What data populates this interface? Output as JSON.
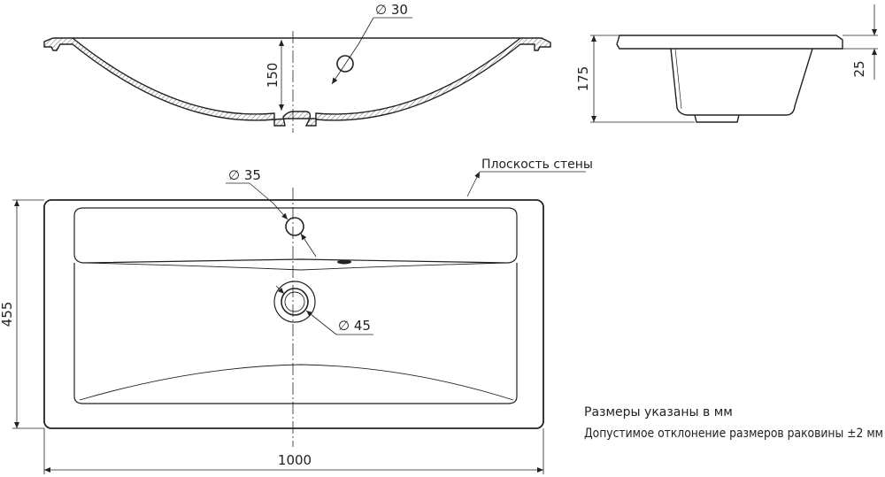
{
  "drawing": {
    "dimensions": {
      "diam_faucet_section": "∅ 30",
      "bowl_depth_section": "150",
      "total_height_side": "175",
      "rim_thickness_side": "25",
      "diam_faucet_top": "∅ 35",
      "diam_drain_top": "∅ 45",
      "depth_top": "455",
      "width_top": "1000"
    },
    "labels": {
      "wall_plane": "Плоскость стены"
    },
    "notes": {
      "units": "Размеры указаны в мм",
      "tolerance": "Допустимое отклонение размеров раковины ±2 мм"
    },
    "colors": {
      "line": "#222222",
      "hatch": "#666666",
      "paper": "#ffffff"
    }
  }
}
